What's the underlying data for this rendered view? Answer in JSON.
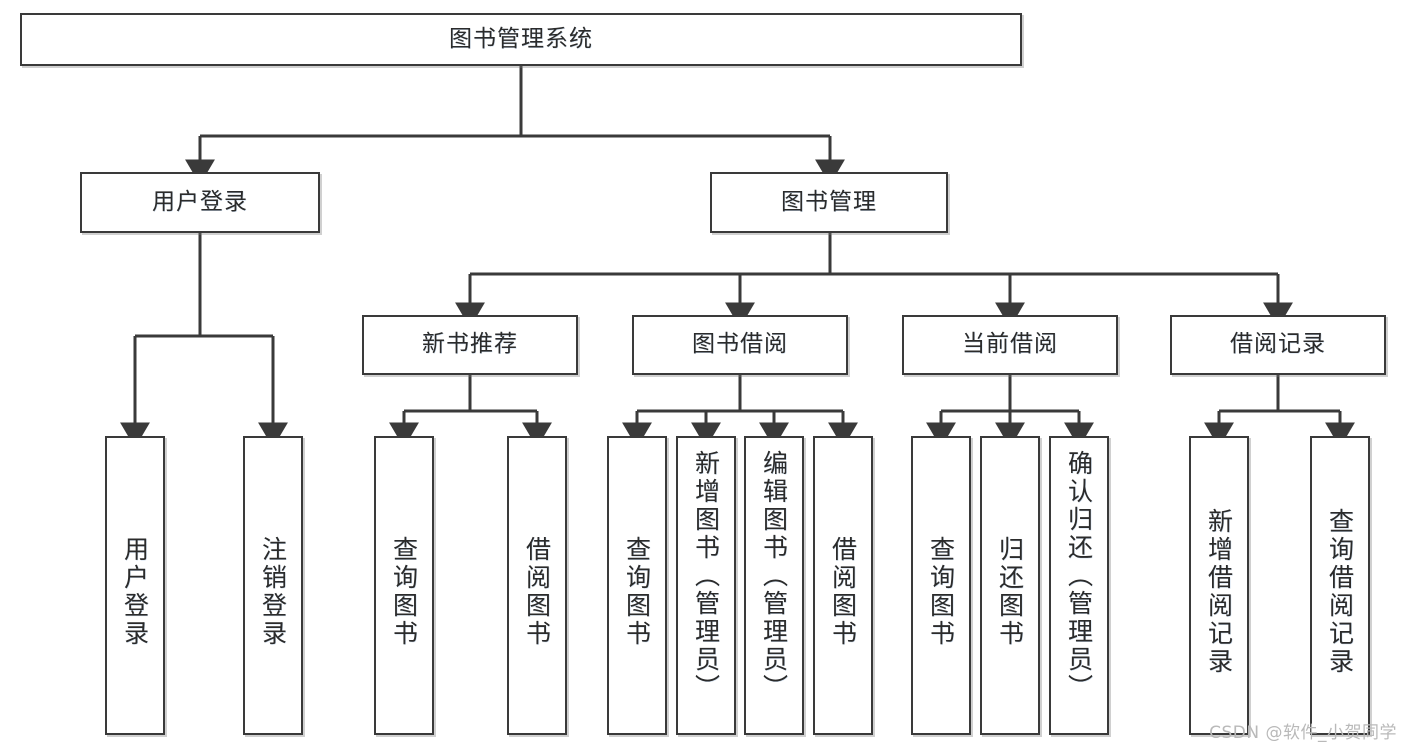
{
  "diagram": {
    "type": "tree",
    "title": "图书管理系统",
    "watermark": "CSDN @软件_小贺同学",
    "colors": {
      "box_border": "#3a3a3a",
      "line": "#3a3a3a",
      "background": "#ffffff",
      "text": "#2b2b2b",
      "watermark": "#b9b9b9"
    },
    "root": {
      "label": "图书管理系统"
    },
    "level2": [
      {
        "label": "用户登录"
      },
      {
        "label": "图书管理"
      }
    ],
    "level3": [
      {
        "label": "新书推荐"
      },
      {
        "label": "图书借阅"
      },
      {
        "label": "当前借阅"
      },
      {
        "label": "借阅记录"
      }
    ],
    "leaves": {
      "user_login": [
        {
          "label": "用户登录"
        },
        {
          "label": "注销登录"
        }
      ],
      "new_book": [
        {
          "label": "查询图书"
        },
        {
          "label": "借阅图书"
        }
      ],
      "book_borrow": [
        {
          "label": "查询图书"
        },
        {
          "label": "新增图书（管理员）"
        },
        {
          "label": "编辑图书（管理员）"
        },
        {
          "label": "借阅图书"
        }
      ],
      "current_borrow": [
        {
          "label": "查询图书"
        },
        {
          "label": "归还图书"
        },
        {
          "label": "确认归还（管理员）"
        }
      ],
      "borrow_record": [
        {
          "label": "新增借阅记录"
        },
        {
          "label": "查询借阅记录"
        }
      ]
    }
  }
}
